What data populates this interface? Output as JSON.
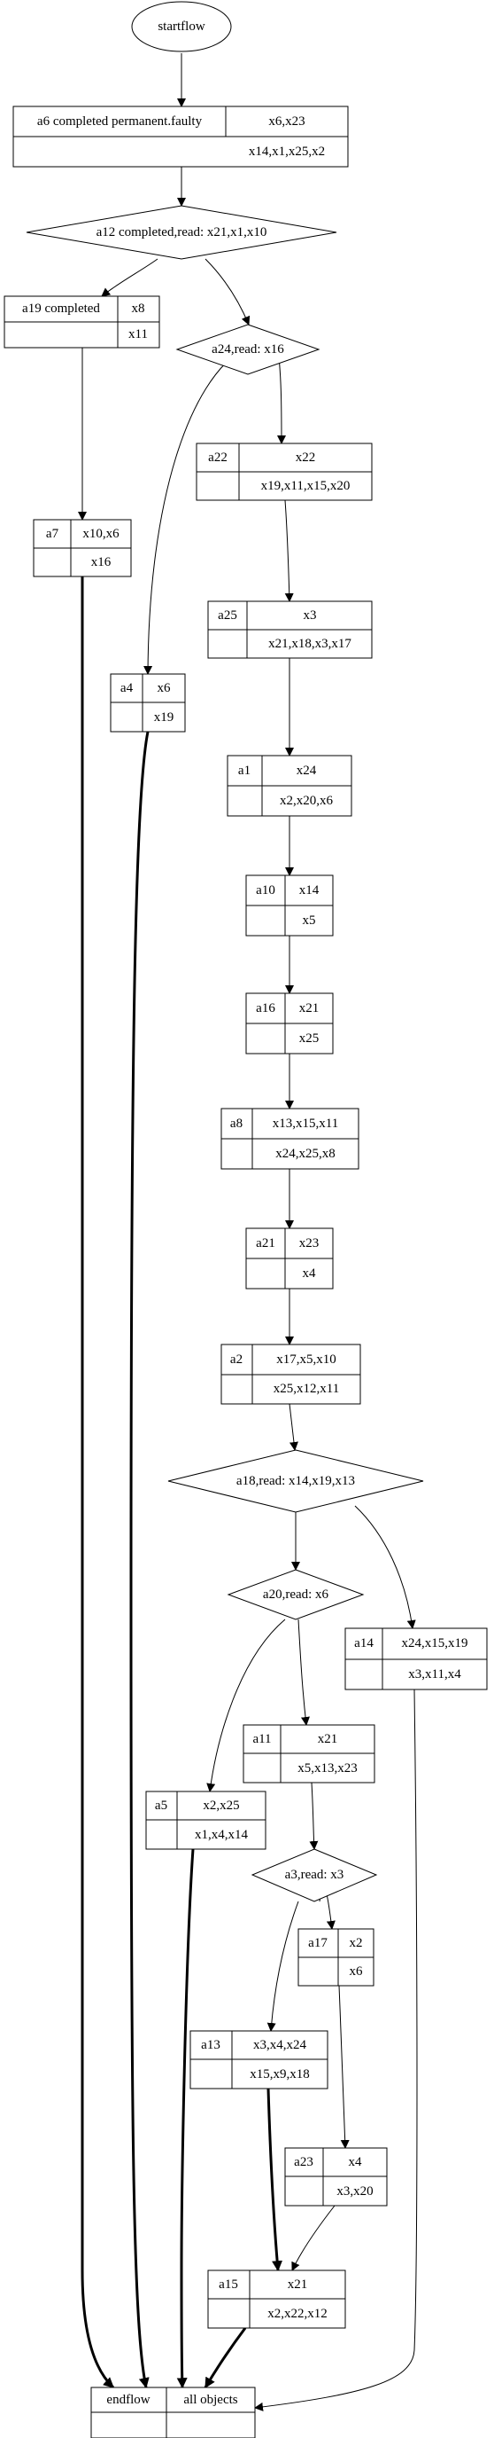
{
  "start": "startflow",
  "end": {
    "label": "endflow",
    "note": "all objects"
  },
  "actions": {
    "a6": {
      "label": "a6 completed permanent.faulty",
      "writes": "x6,x23",
      "reads": "x14,x1,x25,x2"
    },
    "a19": {
      "label": "a19 completed",
      "writes": "x8",
      "reads": "x11"
    },
    "a7": {
      "label": "a7",
      "writes": "x10,x6",
      "reads": "x16"
    },
    "a4": {
      "label": "a4",
      "writes": "x6",
      "reads": "x19"
    },
    "a22": {
      "label": "a22",
      "writes": "x22",
      "reads": "x19,x11,x15,x20"
    },
    "a25": {
      "label": "a25",
      "writes": "x3",
      "reads": "x21,x18,x3,x17"
    },
    "a1": {
      "label": "a1",
      "writes": "x24",
      "reads": "x2,x20,x6"
    },
    "a10": {
      "label": "a10",
      "writes": "x14",
      "reads": "x5"
    },
    "a16": {
      "label": "a16",
      "writes": "x21",
      "reads": "x25"
    },
    "a8": {
      "label": "a8",
      "writes": "x13,x15,x11",
      "reads": "x24,x25,x8"
    },
    "a21": {
      "label": "a21",
      "writes": "x23",
      "reads": "x4"
    },
    "a2": {
      "label": "a2",
      "writes": "x17,x5,x10",
      "reads": "x25,x12,x11"
    },
    "a14": {
      "label": "a14",
      "writes": "x24,x15,x19",
      "reads": "x3,x11,x4"
    },
    "a11": {
      "label": "a11",
      "writes": "x21",
      "reads": "x5,x13,x23"
    },
    "a5": {
      "label": "a5",
      "writes": "x2,x25",
      "reads": "x1,x4,x14"
    },
    "a17": {
      "label": "a17",
      "writes": "x2",
      "reads": "x6"
    },
    "a13": {
      "label": "a13",
      "writes": "x3,x4,x24",
      "reads": "x15,x9,x18"
    },
    "a23": {
      "label": "a23",
      "writes": "x4",
      "reads": "x3,x20"
    },
    "a15": {
      "label": "a15",
      "writes": "x21",
      "reads": "x2,x22,x12"
    }
  },
  "decisions": {
    "a12": "a12 completed,read: x21,x1,x10",
    "a24": "a24,read: x16",
    "a18": "a18,read: x14,x19,x13",
    "a20": "a20,read: x6",
    "a3": "a3,read: x3"
  }
}
